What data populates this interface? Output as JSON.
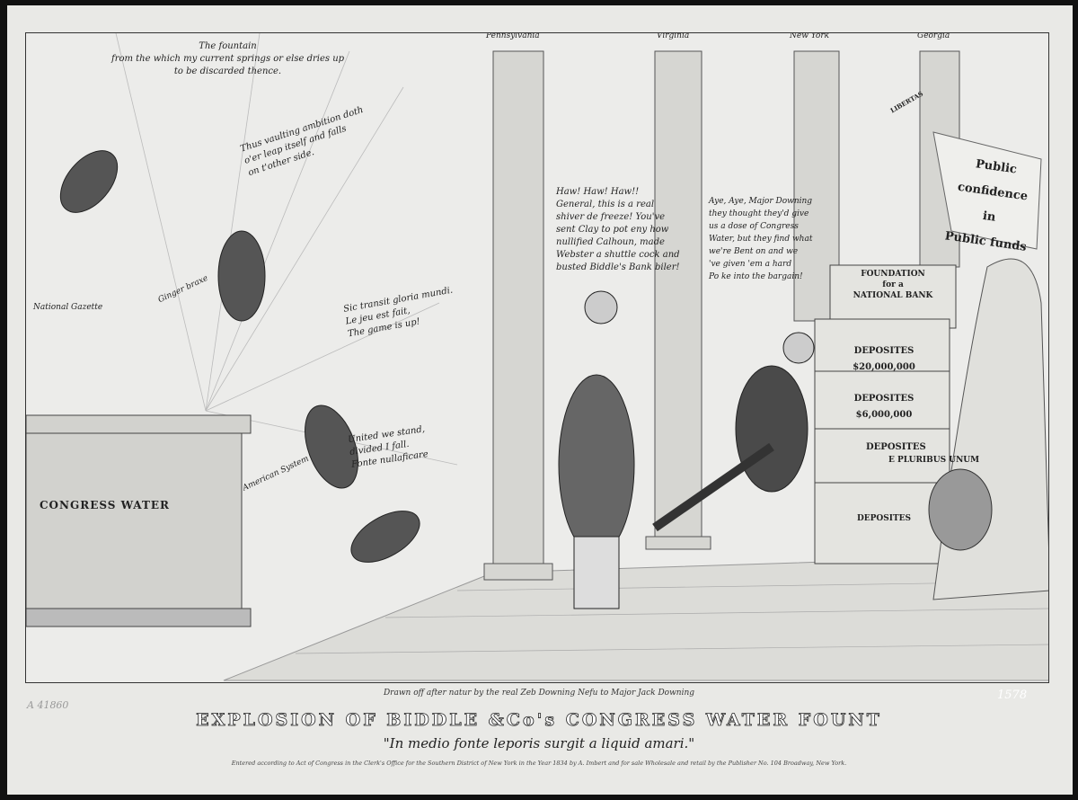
{
  "columns": [
    "Pennsylvania",
    "Virginia",
    "New York",
    "Georgia"
  ],
  "speech": {
    "fountain": "The fountain\nfrom the which my current springs or else dries up\nto be discarded thence.",
    "ambition": "Thus vaulting ambition doth\no'er leap itself and falls\non t'other side.",
    "gloria": "Sic transit gloria mundi.\nLe jeu est fait,\nThe game is up!",
    "united": "United we stand,\ndivided I fall.\nFonte nullaficare",
    "downing": "Haw! Haw! Haw!!\nGeneral, this is a real\nshiver de freeze! You've\nsent Clay to pot eny how\nnullified Calhoun, made\nWebster a shuttle cock and\nbusted Biddle's Bank biler!",
    "jackson": "Aye, Aye, Major Downing\nthey thought they'd give\nus a dose of Congress\nWater, but they find what\nwe're Bent on and we\n've given 'em a hard\nPo ke into the bargain!"
  },
  "labels": {
    "gazette": "National Gazette",
    "ginger": "Ginger braxe",
    "american_system": "American System",
    "congress_water": "CONGRESS WATER",
    "public_confidence": "Public confidence\nin\nPublic funds",
    "hat": "LIBERTAS",
    "foundation": "FOUNDATION\nfor a\nNATIONAL BANK",
    "dep1": "DEPOSITES\n$20,000,000",
    "dep2": "DEPOSITES\n$6,000,000",
    "dep3": "DEPOSITES",
    "dep4": "DEPOSITES",
    "pluribus": "E PLURIBUS UNUM"
  },
  "caption": {
    "credit": "Drawn off after natur by the real Zeb Downing Nefu to Major Jack Downing",
    "title": "EXPLOSION OF BIDDLE &Co's CONGRESS WATER FOUNT",
    "motto": "\"In medio fonte leporis surgit a liquid amari.\"",
    "imprint": "Entered according to Act of Congress in the Clerk's Office for the Southern District of New York in the Year 1834 by A. Imbert and for sale Wholesale and retail by the Publisher No. 104 Broadway, New York."
  },
  "marks": {
    "catalog": "1578",
    "accession": "A 41860"
  }
}
